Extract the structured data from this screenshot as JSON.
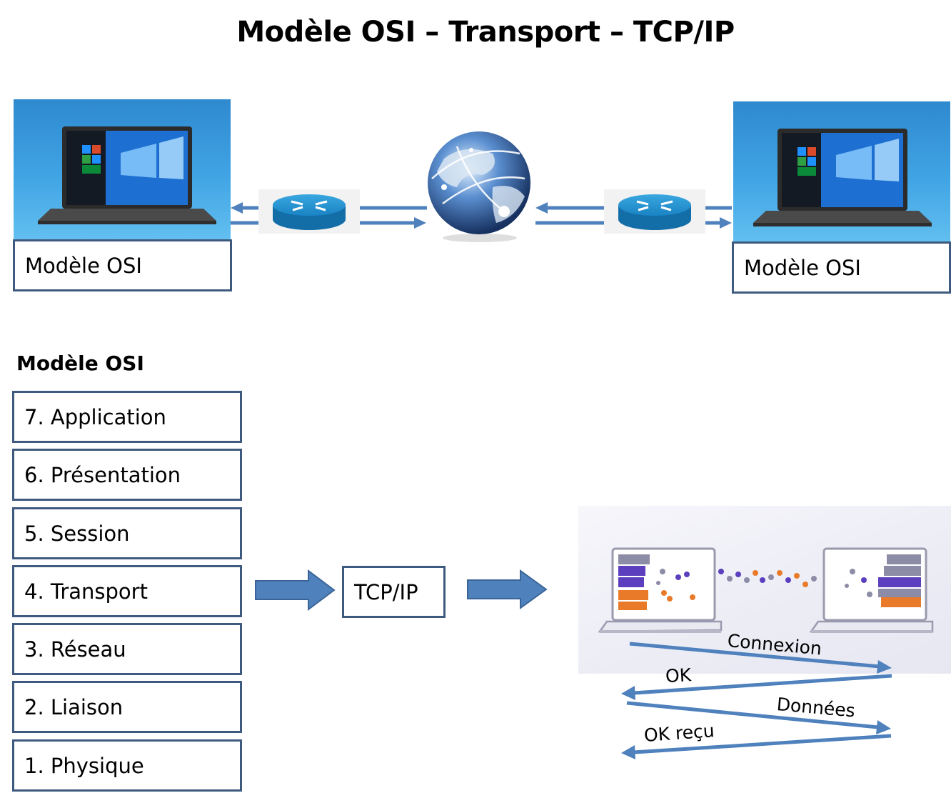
{
  "title": "Modèle OSI – Transport – TCP/IP",
  "top": {
    "left_label": "Modèle OSI",
    "right_label": "Modèle OSI",
    "icons": [
      "laptop-icon",
      "router-icon",
      "globe-network-icon",
      "router-icon",
      "laptop-icon"
    ]
  },
  "osi": {
    "heading": "Modèle OSI",
    "layers": [
      "7. Application",
      "6. Présentation",
      "5. Session",
      "4. Transport",
      "3. Réseau",
      "2. Liaison",
      "1. Physique"
    ]
  },
  "tcp_label": "TCP/IP",
  "sequence": {
    "messages": [
      "Connexion",
      "OK",
      "Données",
      "OK reçu"
    ]
  },
  "colors": {
    "arrow_blue": "#4f81bd",
    "box_border": "#3f5a7f",
    "screen_blue": "#2f89cf",
    "puzzle_purple": "#5b3fbf",
    "puzzle_orange": "#e87a2a",
    "puzzle_grey": "#8c8ca6"
  }
}
